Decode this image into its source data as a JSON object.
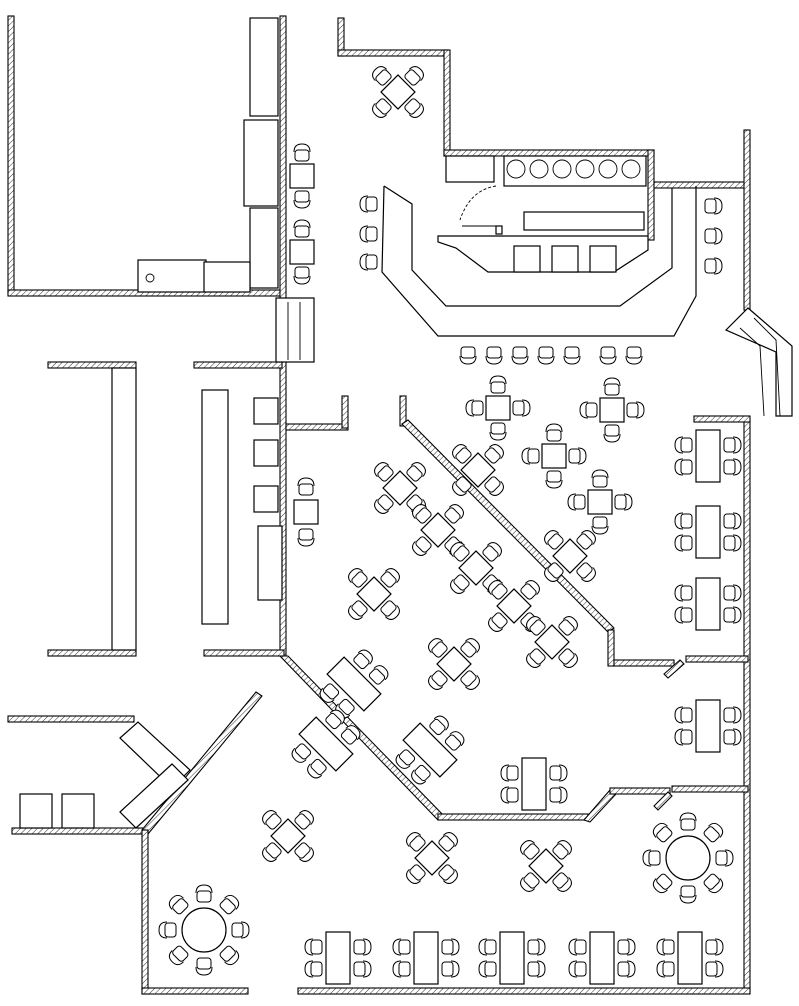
{
  "plan": {
    "colors": {
      "line": "#000000",
      "fill": "#ffffff",
      "hatch": "#000000"
    },
    "furniture_counts": {
      "square_tables_4_chairs": 16,
      "rect_tables_4_chairs": 8,
      "booth_tables_4_chairs": 11,
      "round_tables_8_chairs": 2,
      "bar_stools": 7,
      "wall_chairs": 6
    }
  }
}
